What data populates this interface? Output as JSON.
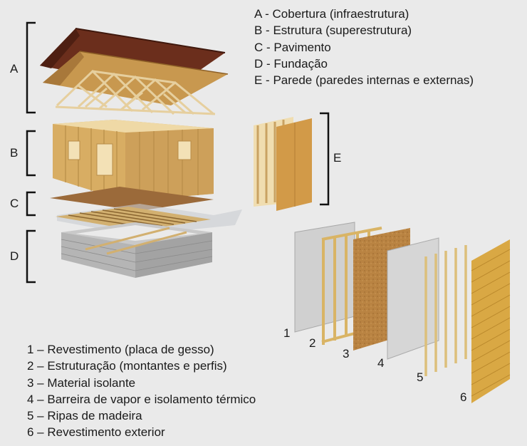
{
  "section_labels": {
    "a": "A",
    "b": "B",
    "c": "C",
    "d": "D",
    "e": "E"
  },
  "legend_top": [
    "A - Cobertura (infraestrutura)",
    "B - Estrutura (superestrutura)",
    "C - Pavimento",
    "D - Fundação",
    "E - Parede (paredes internas e externas)"
  ],
  "layer_numbers": [
    "1",
    "2",
    "3",
    "4",
    "5",
    "6"
  ],
  "legend_bottom": [
    "1 – Revestimento (placa de gesso)",
    "2 – Estruturação (montantes e perfis)",
    "3 – Material isolante",
    "4 – Barreira de vapor e isolamento térmico",
    "5 – Ripas de madeira",
    "6 – Revestimento exterior"
  ],
  "colors": {
    "background": "#eaeaea",
    "roof_shingles": "#6e2f1e",
    "osb": "#c99a55",
    "timber": "#e2c58c",
    "gypsum": "#cfcfcf",
    "insulation": "#b98342",
    "siding": "#d9a844",
    "block": "#bdbdbd"
  }
}
